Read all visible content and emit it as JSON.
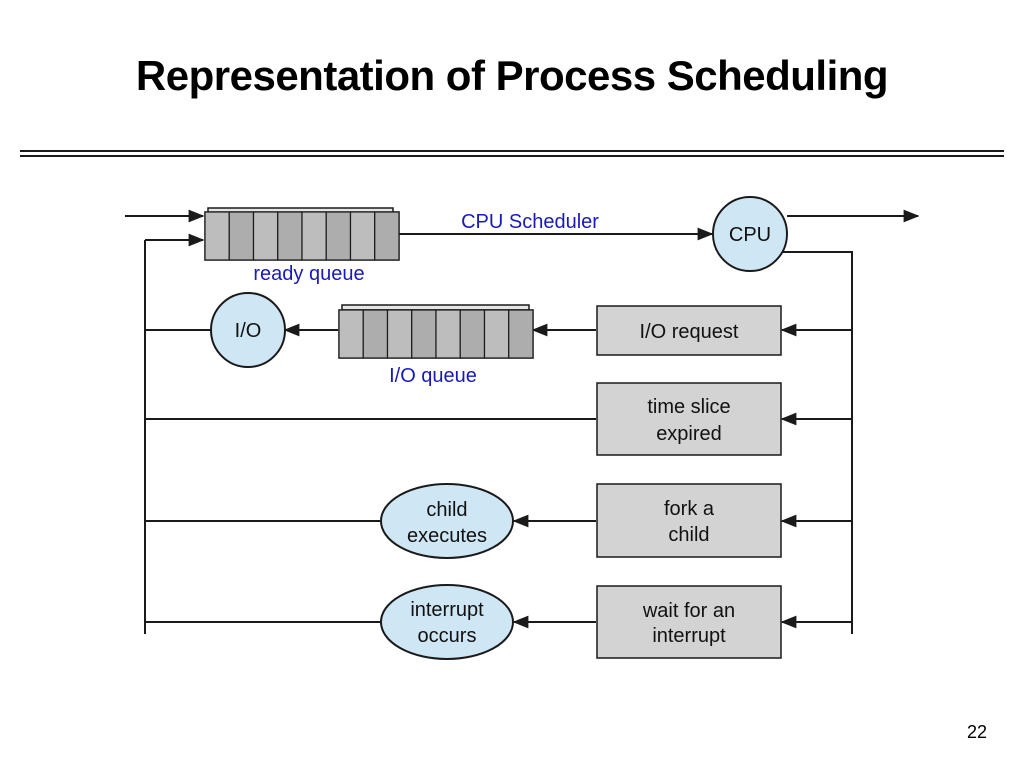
{
  "slide": {
    "title": "Representation of Process Scheduling",
    "number": "22"
  },
  "diagram": {
    "labels": {
      "cpu_scheduler": "CPU Scheduler",
      "ready_queue": "ready queue",
      "io_queue": "I/O queue"
    },
    "nodes": {
      "cpu": "CPU",
      "io": "I/O",
      "io_request": "I/O request",
      "time_slice_line1": "time slice",
      "time_slice_line2": "expired",
      "fork_line1": "fork a",
      "fork_line2": "child",
      "wait_line1": "wait for an",
      "wait_line2": "interrupt",
      "child_line1": "child",
      "child_line2": "executes",
      "interrupt_line1": "interrupt",
      "interrupt_line2": "occurs"
    },
    "colors": {
      "circle_fill": "#cfe7f5",
      "box_fill": "#d3d3d3",
      "label_blue": "#1a1ab8",
      "line": "#1a1a1a"
    }
  }
}
